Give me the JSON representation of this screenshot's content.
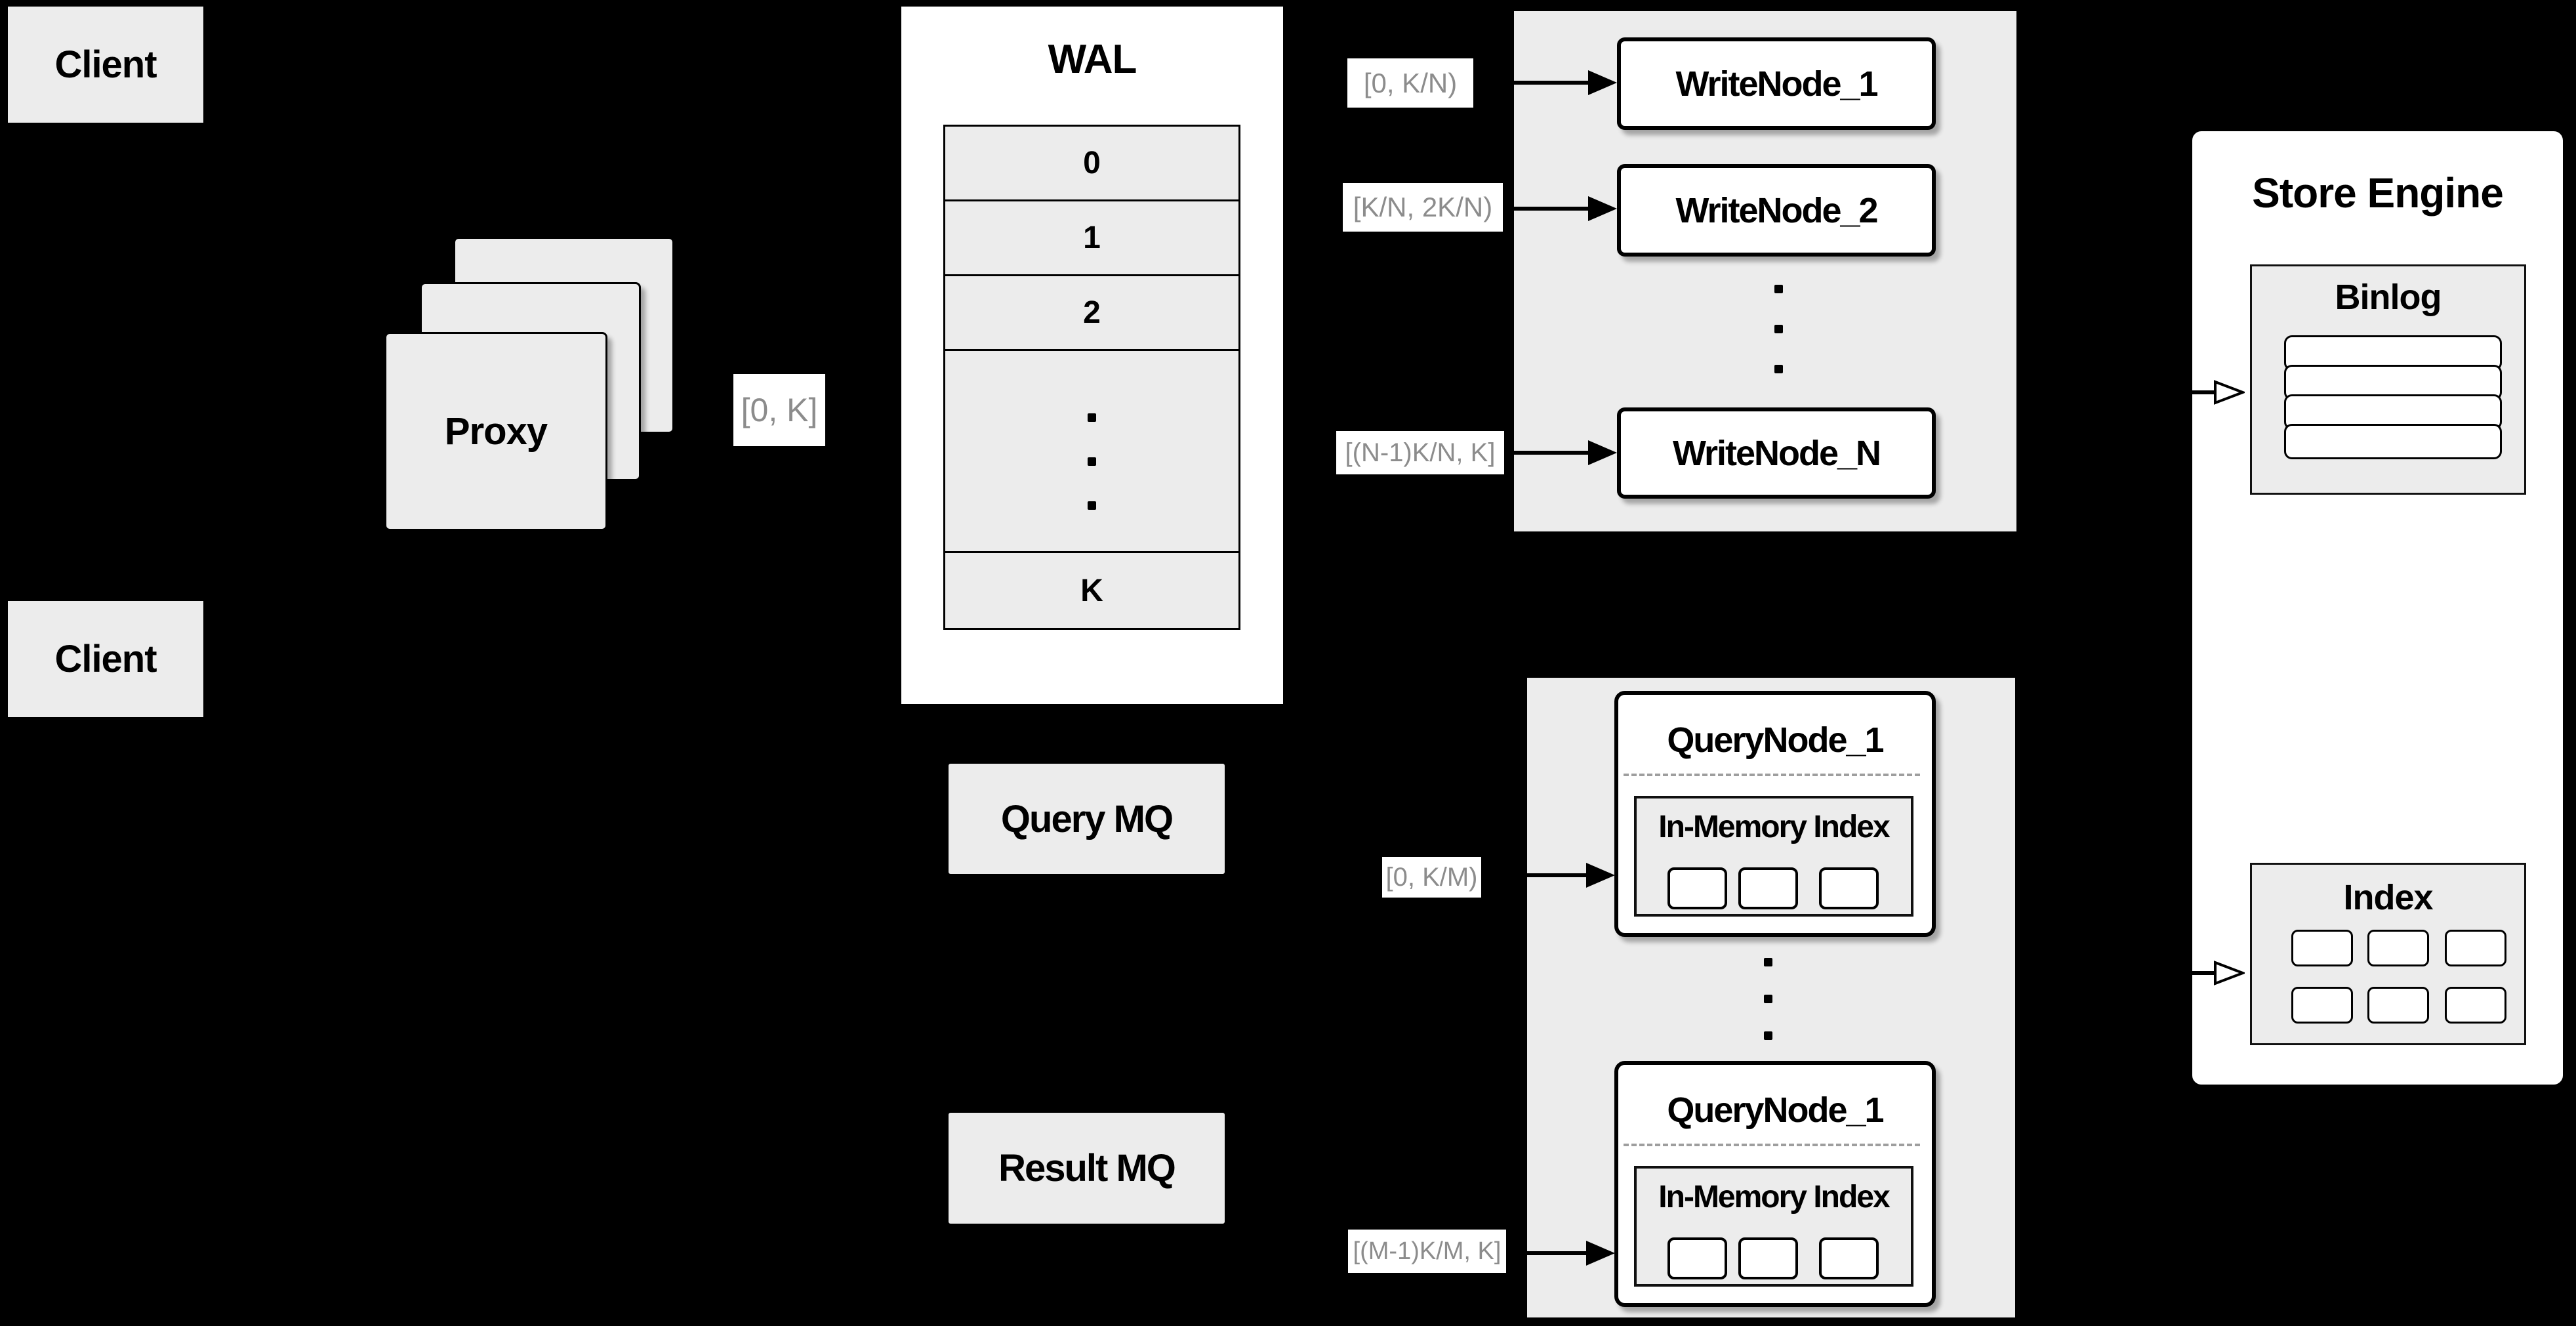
{
  "colors": {
    "background": "#000000",
    "node_fill": "#ececec",
    "node_white": "#ffffff",
    "stroke": "#000000",
    "edge_label_text": "#8c8c8c",
    "divider_dash": "#9e9e9e"
  },
  "clients": {
    "top_label": "Client",
    "bottom_label": "Client"
  },
  "proxy": {
    "label": "Proxy"
  },
  "wal": {
    "title": "WAL",
    "rows": [
      "0",
      "1",
      "2",
      "K"
    ]
  },
  "write_panel": {
    "nodes": [
      "WriteNode_1",
      "WriteNode_2",
      "WriteNode_N"
    ]
  },
  "edge_labels": {
    "proxy_to_wal": "[0, K]",
    "wal_to_write_1": "[0, K/N)",
    "wal_to_write_2": "[K/N, 2K/N)",
    "wal_to_write_n": "[(N-1)K/N, K]",
    "mq_to_query_1": "[0, K/M)",
    "mq_to_query_m": "[(M-1)K/M, K]"
  },
  "mq": {
    "query_label": "Query MQ",
    "result_label": "Result MQ"
  },
  "query_panel": {
    "nodes": [
      {
        "title": "QueryNode_1",
        "inner_title": "In-Memory Index"
      },
      {
        "title": "QueryNode_1",
        "inner_title": "In-Memory Index"
      }
    ]
  },
  "store_engine": {
    "title": "Store Engine",
    "binlog_title": "Binlog",
    "index_title": "Index"
  }
}
